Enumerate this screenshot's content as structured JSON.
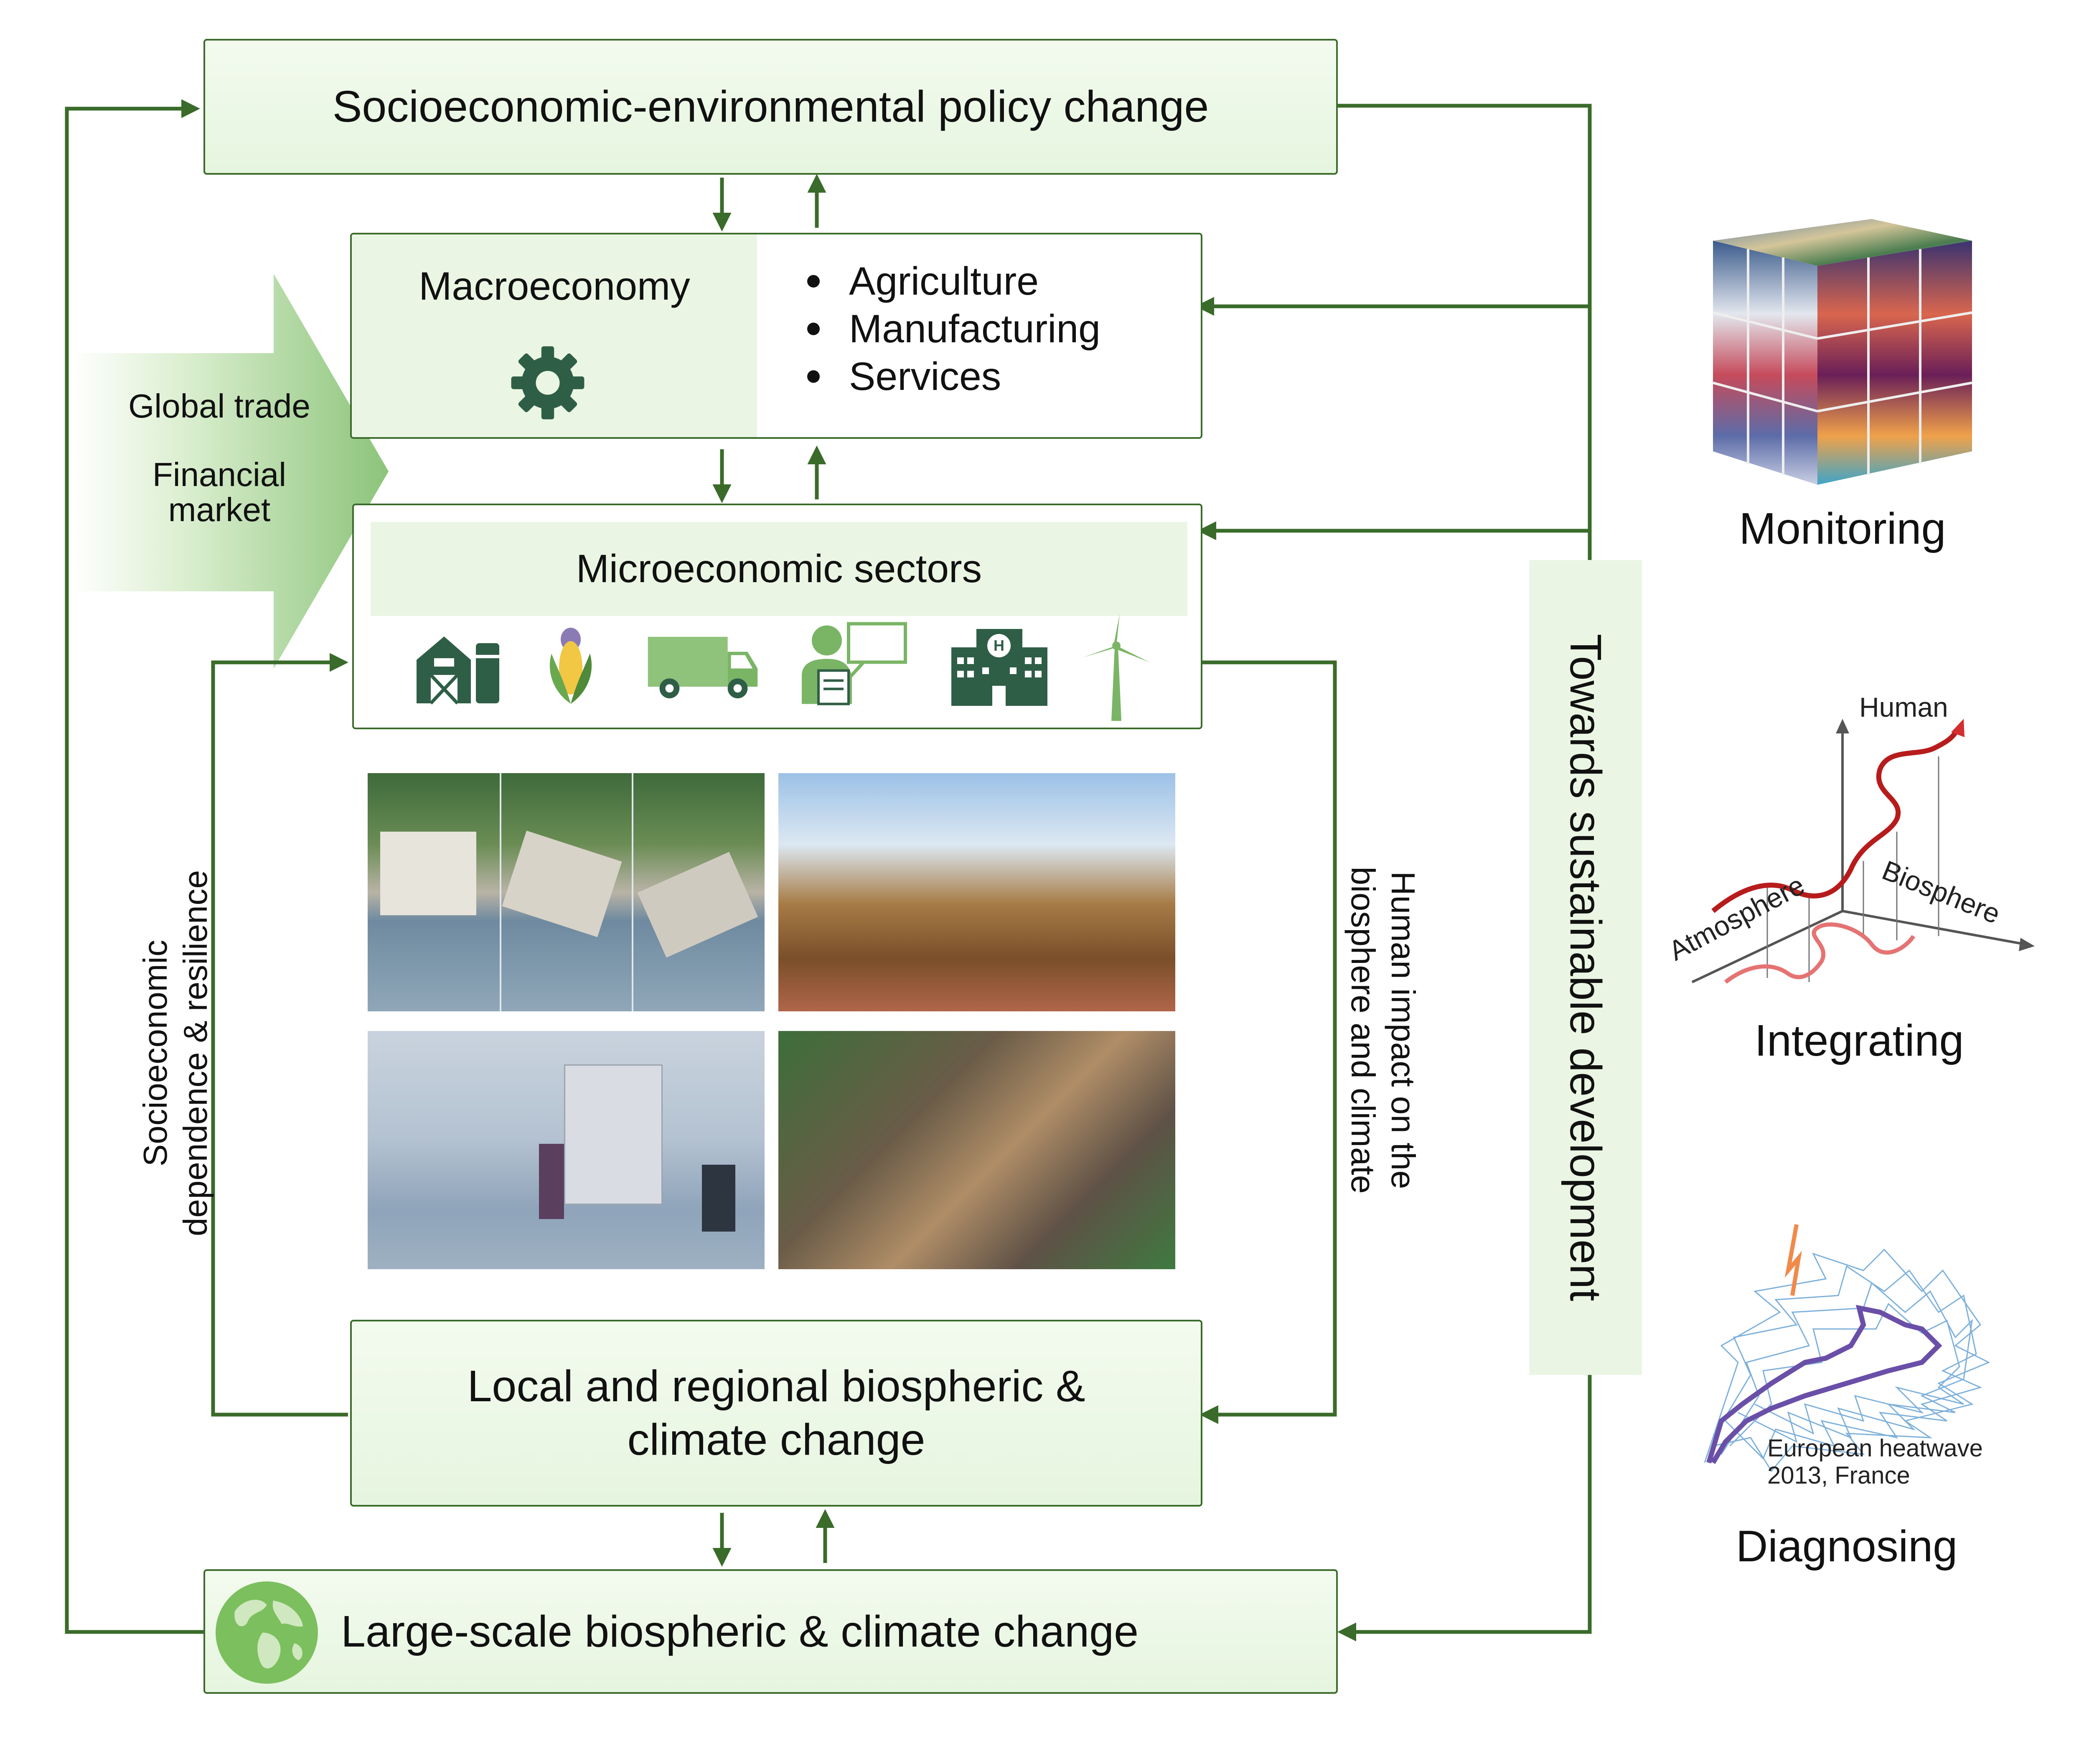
{
  "boxes": {
    "policy": "Socioeconomic-environmental policy change",
    "macroeconomy": "Macroeconomy",
    "sectors_list": [
      "Agriculture",
      "Manufacturing",
      "Services"
    ],
    "micro": "Microeconomic sectors",
    "local_line1": "Local and regional biospheric &",
    "local_line2": "climate change",
    "large_scale": "Large-scale biospheric & climate change"
  },
  "global_arrow": {
    "line1": "Global trade",
    "line2": "Financial",
    "line3": "market"
  },
  "side_labels": {
    "left_line1": "Socioeconomic",
    "left_line2": "dependence & resilience",
    "right_line1": "Human impact on the",
    "right_line2": "biosphere and climate",
    "sustainable": "Towards sustainable development"
  },
  "panels": {
    "monitoring": "Monitoring",
    "integrating": "Integrating",
    "diagnosing": "Diagnosing",
    "axis_human": "Human",
    "axis_biosphere": "Biosphere",
    "axis_atmosphere": "Atmosphere",
    "heatwave_line1": "European heatwave",
    "heatwave_line2": "2013, France"
  },
  "icons": [
    "barn-icon",
    "corn-icon",
    "delivery-van-icon",
    "teacher-icon",
    "hospital-icon",
    "wind-turbine-icon"
  ],
  "colors": {
    "arrow_green": "#3a6b2a",
    "icon_green": "#2f5e46",
    "box_fill": "#eaf6e3",
    "line_red": "#c62828",
    "line_blue": "#6fa8d8",
    "line_purple": "#6a4fa8"
  }
}
